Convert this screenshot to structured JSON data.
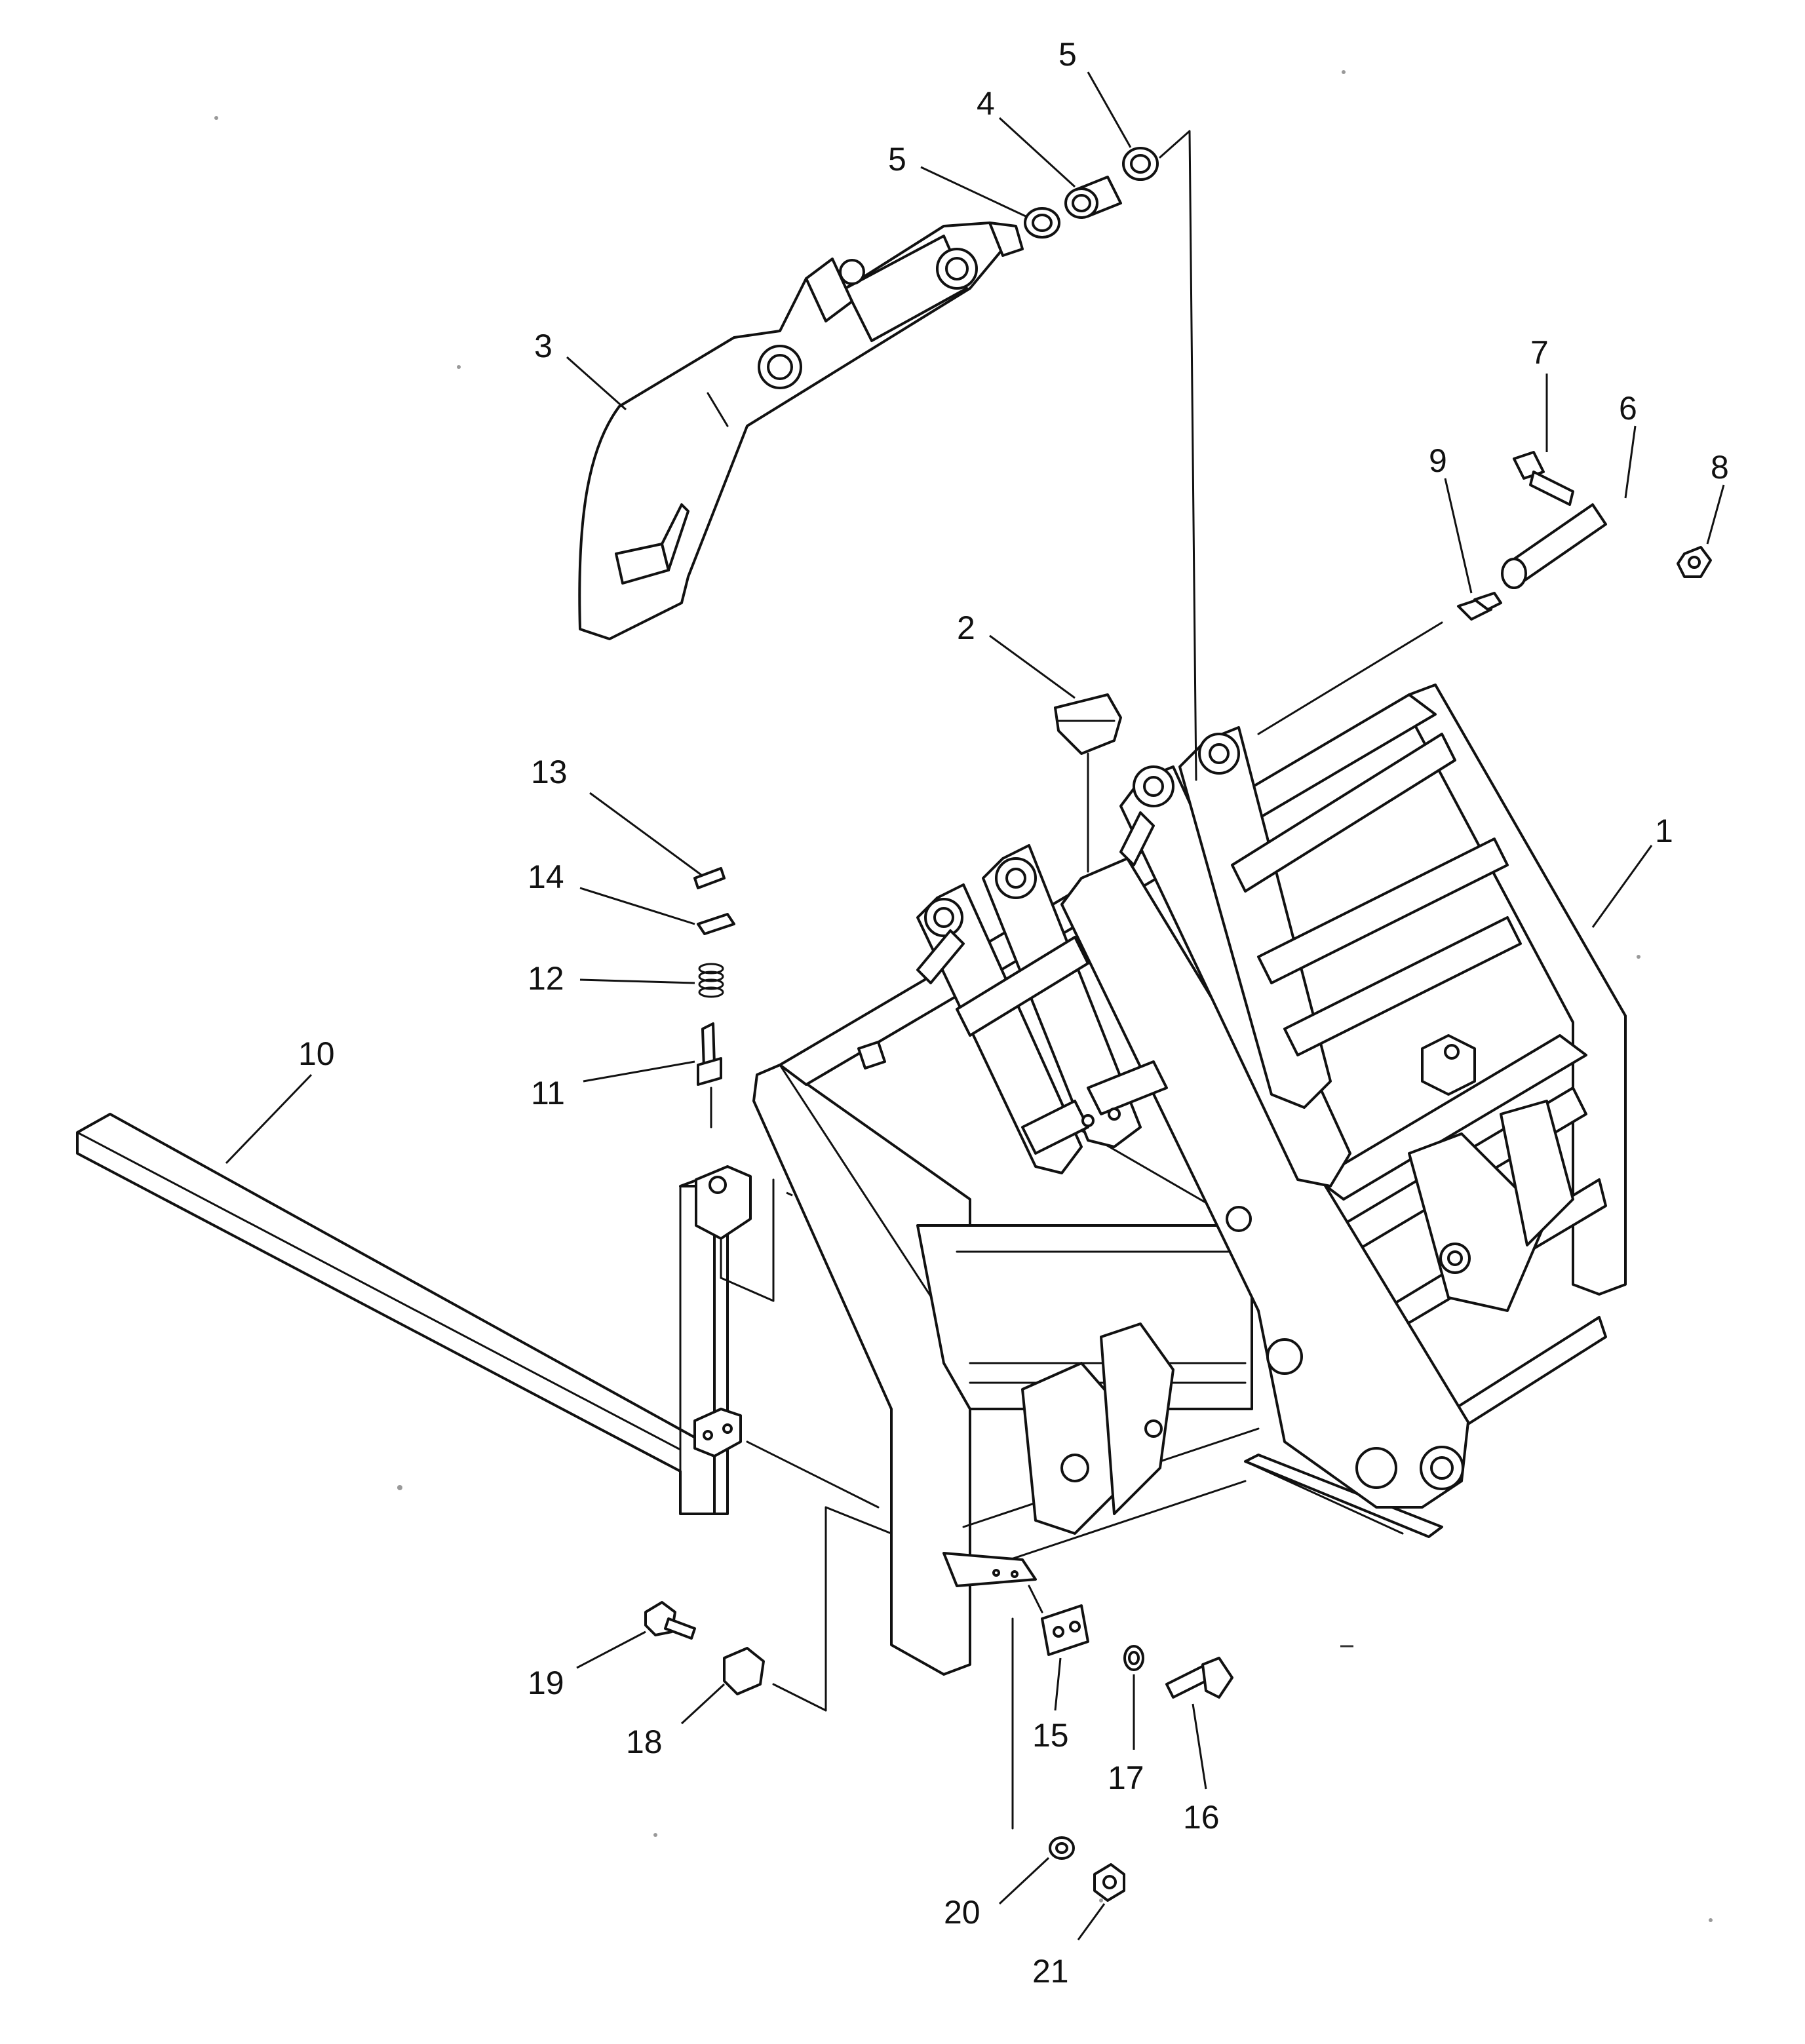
{
  "diagram": {
    "callouts": [
      {
        "id": "1",
        "label": "1"
      },
      {
        "id": "2",
        "label": "2"
      },
      {
        "id": "3",
        "label": "3"
      },
      {
        "id": "4",
        "label": "4"
      },
      {
        "id": "5a",
        "label": "5"
      },
      {
        "id": "5b",
        "label": "5"
      },
      {
        "id": "6",
        "label": "6"
      },
      {
        "id": "7",
        "label": "7"
      },
      {
        "id": "8",
        "label": "8"
      },
      {
        "id": "9",
        "label": "9"
      },
      {
        "id": "10",
        "label": "10"
      },
      {
        "id": "11",
        "label": "11"
      },
      {
        "id": "12",
        "label": "12"
      },
      {
        "id": "13",
        "label": "13"
      },
      {
        "id": "14",
        "label": "14"
      },
      {
        "id": "15",
        "label": "15"
      },
      {
        "id": "16",
        "label": "16"
      },
      {
        "id": "17",
        "label": "17"
      },
      {
        "id": "18",
        "label": "18"
      },
      {
        "id": "19",
        "label": "19"
      },
      {
        "id": "20",
        "label": "20"
      },
      {
        "id": "21",
        "label": "21"
      }
    ]
  }
}
